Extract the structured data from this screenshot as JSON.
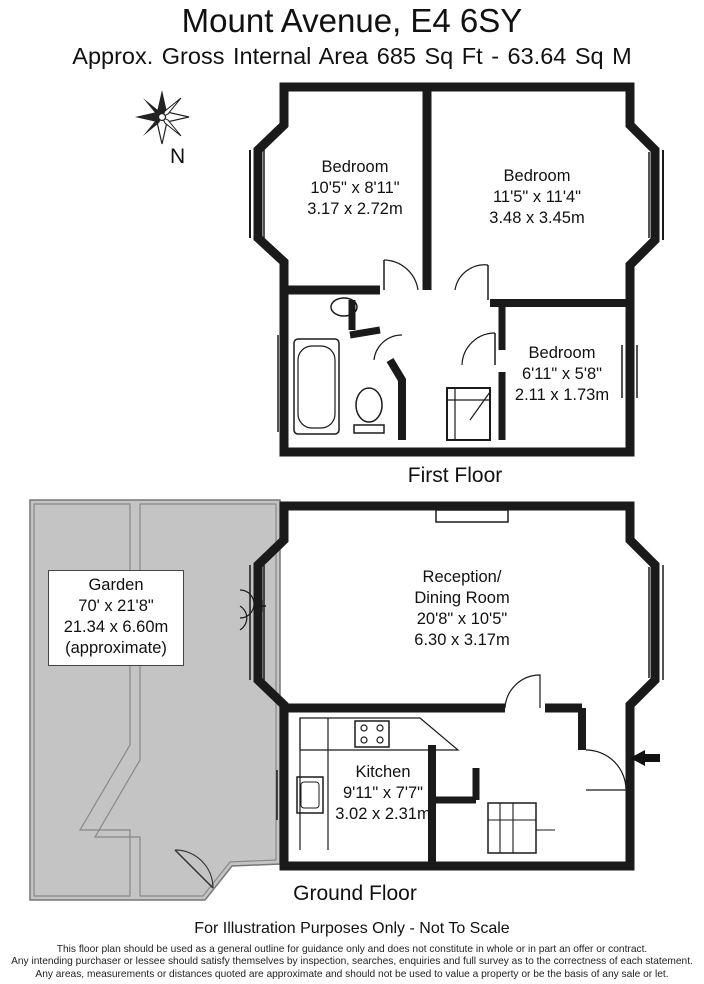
{
  "header": {
    "title": "Mount Avenue, E4 6SY",
    "area_line": "Approx. Gross Internal Area   685 Sq Ft  -  63.64 Sq M"
  },
  "compass": {
    "label": "N"
  },
  "first_floor": {
    "label": "First Floor",
    "rooms": [
      {
        "name": "Bedroom",
        "imperial": "10'5\" x 8'11\"",
        "metric": "3.17 x 2.72m"
      },
      {
        "name": "Bedroom",
        "imperial": "11'5\" x 11'4\"",
        "metric": "3.48 x 3.45m"
      },
      {
        "name": "Bedroom",
        "imperial": "6'11\" x 5'8\"",
        "metric": "2.11 x 1.73m"
      }
    ]
  },
  "ground_floor": {
    "label": "Ground Floor",
    "rooms": [
      {
        "name": "Reception/",
        "name2": "Dining Room",
        "imperial": "20'8\" x 10'5\"",
        "metric": "6.30 x 3.17m"
      },
      {
        "name": "Kitchen",
        "imperial": "9'11\" x 7'7\"",
        "metric": "3.02 x 2.31m"
      }
    ],
    "garden": {
      "name": "Garden",
      "imperial": "70' x 21'8\"",
      "metric": "21.34 x 6.60m",
      "note": "(approximate)"
    }
  },
  "footer": {
    "note": "For Illustration Purposes Only - Not To Scale",
    "disclaimer_1": "This floor plan should be used as a general outline for guidance only and does not constitute in whole or in part an offer or contract.",
    "disclaimer_2": "Any intending purchaser or lessee should satisfy themselves by inspection, searches, enquiries and full survey as to the correctness of each statement.",
    "disclaimer_3": "Any areas, measurements or distances quoted are approximate and should not be used to value a property or be the basis of any sale or let."
  },
  "colors": {
    "wall": "#1a1a1a",
    "garden": "#c4c4c4",
    "background": "#ffffff"
  }
}
